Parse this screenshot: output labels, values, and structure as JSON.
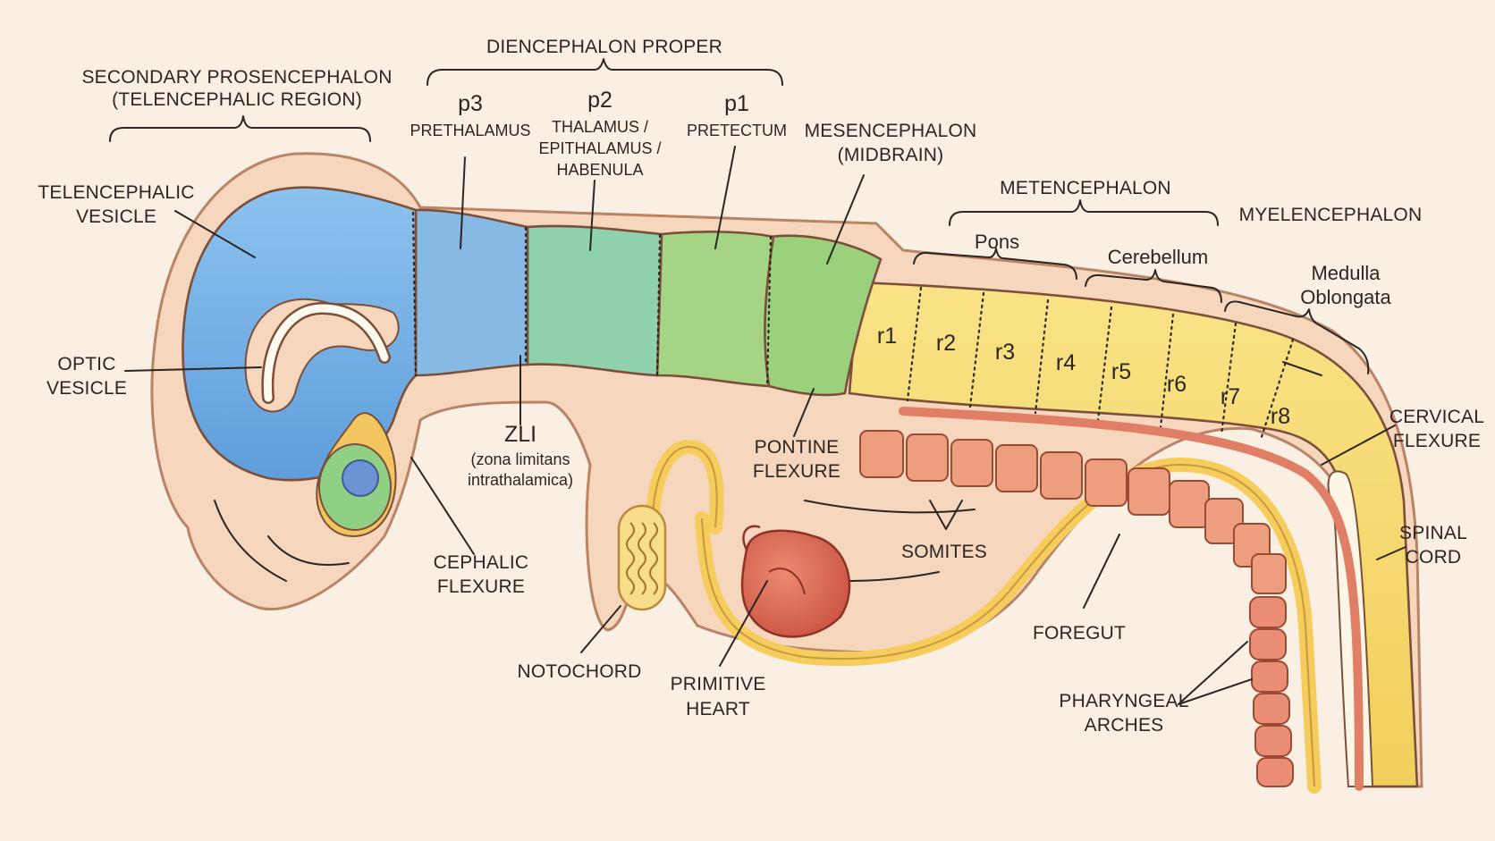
{
  "labels": {
    "diencephalon_proper": "DIENCEPHALON PROPER",
    "secondary_prosencephalon_1": "SECONDARY PROSENCEPHALON",
    "secondary_prosencephalon_2": "(TELENCEPHALIC REGION)",
    "p3": "p3",
    "prethalamus": "PRETHALAMUS",
    "p2": "p2",
    "thalamus_1": "THALAMUS /",
    "thalamus_2": "EPITHALAMUS /",
    "thalamus_3": "HABENULA",
    "p1": "p1",
    "pretectum": "PRETECTUM",
    "mesencephalon_1": "MESENCEPHALON",
    "mesencephalon_2": "(MIDBRAIN)",
    "metencephalon": "METENCEPHALON",
    "myelencephalon": "MYELENCEPHALON",
    "pons": "Pons",
    "cerebellum": "Cerebellum",
    "medulla_1": "Medulla",
    "medulla_2": "Oblongata",
    "telencephalic_vesicle_1": "TELENCEPHALIC",
    "telencephalic_vesicle_2": "VESICLE",
    "optic_vesicle_1": "OPTIC",
    "optic_vesicle_2": "VESICLE",
    "zli": "ZLI",
    "zli_full_1": "(zona limitans",
    "zli_full_2": "intrathalamica)",
    "cephalic_flexure_1": "CEPHALIC",
    "cephalic_flexure_2": "FLEXURE",
    "pontine_flexure_1": "PONTINE",
    "pontine_flexure_2": "FLEXURE",
    "somites": "SOMITES",
    "foregut": "FOREGUT",
    "notochord": "NOTOCHORD",
    "primitive_heart_1": "PRIMITIVE",
    "primitive_heart_2": "HEART",
    "pharyngeal_arches_1": "PHARYNGEAL",
    "pharyngeal_arches_2": "ARCHES",
    "cervical_flexure_1": "CERVICAL",
    "cervical_flexure_2": "FLEXURE",
    "spinal_cord_1": "SPINAL",
    "spinal_cord_2": "CORD"
  },
  "rhombomeres": [
    "r1",
    "r2",
    "r3",
    "r4",
    "r5",
    "r6",
    "r7",
    "r8"
  ],
  "colors": {
    "background": "#f9f0e3",
    "tissue": "#f6d6bd",
    "telencephalon": "#7ab2e4",
    "prethalamus": "#86b9e3",
    "thalamus": "#8fd2ad",
    "pretectum_midbrain": "#9bd07c",
    "hindbrain": "#f7dc70",
    "spinal_cord": "#f8cf66",
    "somite": "#ec9e7f",
    "heart": "#d9604c"
  }
}
